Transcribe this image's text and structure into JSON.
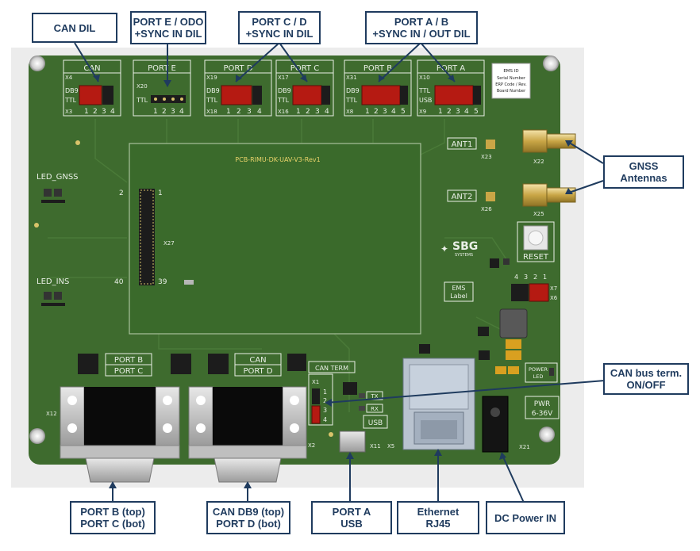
{
  "colors": {
    "pcb": "#3e6b2e",
    "pcb_dark": "#2f5a24",
    "silk": "#e9efe6",
    "callout": "#1f3b5e",
    "dil_red": "#b51a12"
  },
  "callouts": {
    "can_dil": "CAN DIL",
    "port_e_1": "PORT E / ODO",
    "port_e_2": "+SYNC IN DIL",
    "port_cd_1": "PORT C / D",
    "port_cd_2": "+SYNC IN DIL",
    "port_ab_1": "PORT A / B",
    "port_ab_2": "+SYNC IN / OUT DIL",
    "gnss_1": "GNSS",
    "gnss_2": "Antennas",
    "canterm_1": "CAN bus term.",
    "canterm_2": "ON/OFF",
    "portbc_1": "PORT B (top)",
    "portbc_2": "PORT C (bot)",
    "candb9_1": "CAN DB9 (top)",
    "candb9_2": "PORT D (bot)",
    "porta_1": "PORT A",
    "porta_2": "USB",
    "eth_1": "Ethernet",
    "eth_2": "RJ45",
    "dc": "DC Power IN"
  },
  "board": {
    "blocks": {
      "can": {
        "title": "CAN",
        "ref_top": "X4",
        "ref_bot": "X3",
        "rows": [
          "DB9",
          "TTL"
        ],
        "nums": [
          "1",
          "2",
          "3",
          "4"
        ]
      },
      "port_e": {
        "title": "PORT E",
        "ref_top": "X20",
        "rows": [
          "TTL"
        ],
        "nums": [
          "1",
          "2",
          "3",
          "4"
        ]
      },
      "port_d": {
        "title": "PORT D",
        "ref_top": "X19",
        "ref_bot": "X18",
        "rows": [
          "DB9",
          "TTL"
        ],
        "nums": [
          "1",
          "2",
          "3",
          "4"
        ]
      },
      "port_c": {
        "title": "PORT C",
        "ref_top": "X17",
        "ref_bot": "X16",
        "rows": [
          "DB9",
          "TTL"
        ],
        "nums": [
          "1",
          "2",
          "3",
          "4"
        ]
      },
      "port_b": {
        "title": "PORT B",
        "ref_top": "X31",
        "ref_bot": "X8",
        "rows": [
          "DB9",
          "TTL"
        ],
        "nums": [
          "1",
          "2",
          "3",
          "4",
          "5"
        ]
      },
      "port_a": {
        "title": "PORT A",
        "ref_top": "X10",
        "ref_bot": "X9",
        "rows": [
          "TTL",
          "USB"
        ],
        "nums": [
          "1",
          "2",
          "3",
          "4",
          "5"
        ]
      }
    },
    "ems_id": [
      "EMS ID",
      "Serial Number",
      "ERP Code / Rev.",
      "Board Number"
    ],
    "pcb_name": "PCB-RIMU-DK-UAV-V3-Rev1",
    "ant1": "ANT1",
    "ant2": "ANT2",
    "x23": "X23",
    "x22": "X22",
    "x26": "X26",
    "x25": "X25",
    "led_gnss": "LED_GNSS",
    "led_ins": "LED_INS",
    "sbg": "SBG",
    "sbg_sub": "SYSTEMS",
    "reset": "RESET",
    "ems_label": [
      "EMS",
      "Label"
    ],
    "pin2": "2",
    "pin1": "1",
    "pin40": "40",
    "pin39": "39",
    "x27": "X27",
    "x7": "X7",
    "x6": "X6",
    "dil4": [
      "4",
      "3",
      "2",
      "1"
    ],
    "port_b_lbl": "PORT B",
    "port_c_lbl": "PORT C",
    "can_lbl": "CAN",
    "port_d_lbl": "PORT D",
    "can_term": "CAN TERM",
    "x1": "X1",
    "term_nums": [
      "1",
      "2",
      "3",
      "4"
    ],
    "tx": "TX",
    "rx": "RX",
    "usb": "USB",
    "x11": "X11",
    "x5": "X5",
    "x2": "X2",
    "x12": "X12",
    "x21": "X21",
    "power_led": [
      "POWER",
      "LED"
    ],
    "pwr": [
      "PWR",
      "6-36V"
    ]
  }
}
